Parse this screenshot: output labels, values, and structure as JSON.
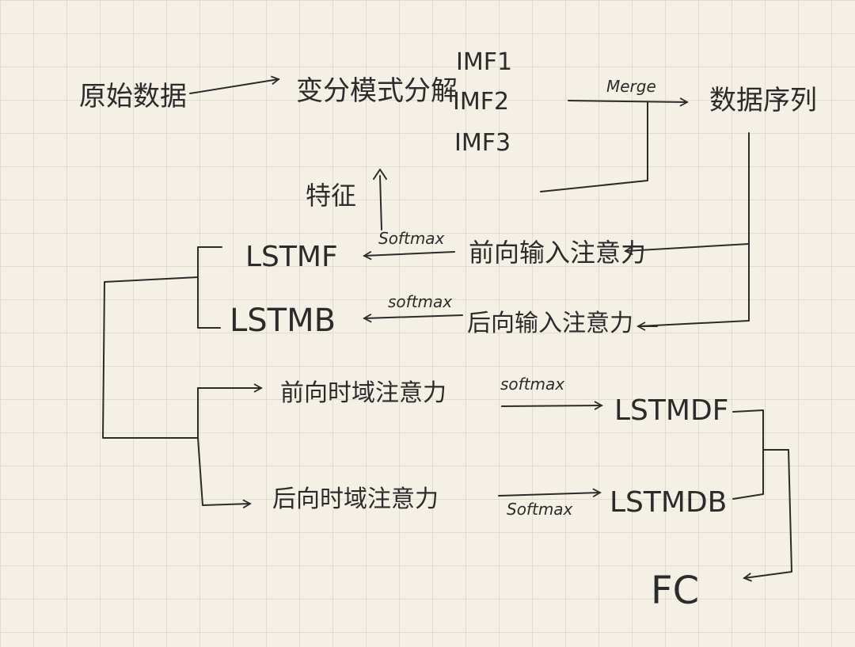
{
  "nodes": {
    "raw_data": "原始数据",
    "vmd": "变分模式分解",
    "imf1": "IMF1",
    "imf2": "IMF2",
    "imf3": "IMF3",
    "sequence": "数据序列",
    "feature": "特征",
    "forward_input_attention": "前向输入注意力",
    "backward_input_attention": "后向输入注意力",
    "lstmf": "LSTMF",
    "lstmb": "LSTMB",
    "forward_time_attention": "前向时域注意力",
    "backward_time_attention": "后向时域注意力",
    "lstmdf": "LSTMDF",
    "lstmdb": "LSTMDB",
    "fc": "FC"
  },
  "edges": {
    "merge": "Merge",
    "softmax_1": "Softmax",
    "softmax_2": "softmax",
    "softmax_3": "softmax",
    "softmax_4": "Softmax"
  },
  "colors": {
    "ink": "#2b2b2b",
    "paper": "#f4f0e6",
    "grid": "#e0dccf"
  }
}
